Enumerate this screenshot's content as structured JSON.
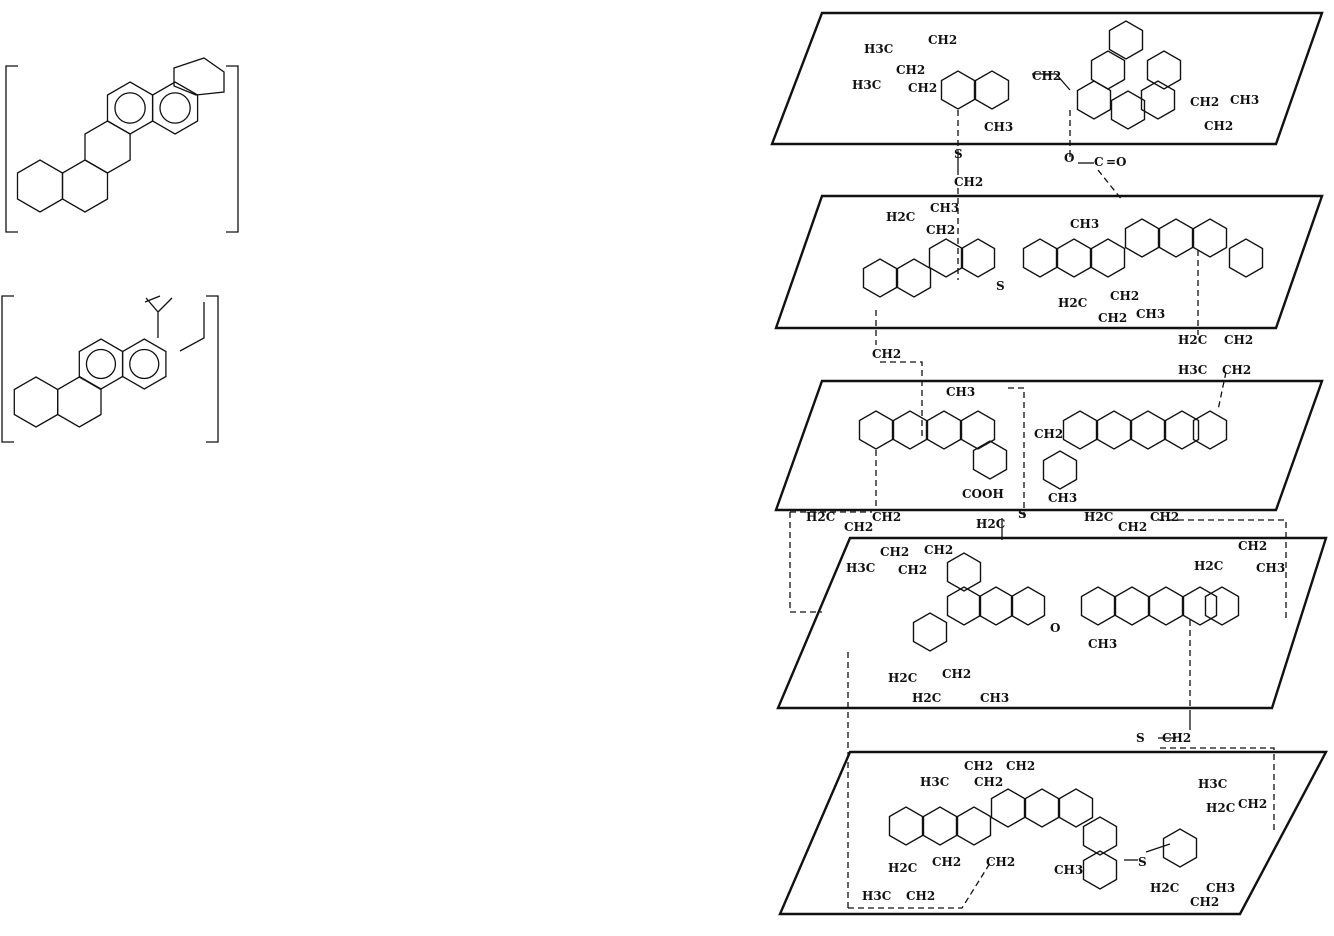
{
  "colors": {
    "ink": "#111111",
    "background": "#ffffff"
  },
  "structures": [
    {
      "name": "fused-ring-with-cyclopentane",
      "rings": 5
    },
    {
      "name": "fused-ring-with-side-chains",
      "rings": 4
    }
  ],
  "layers": [
    {
      "name": "layer-1",
      "labels": [
        "H3C",
        "CH2",
        "H3C",
        "CH2",
        "CH2",
        "CH3",
        "CH2",
        "CH2",
        "CH3",
        "CH2",
        "O",
        "C",
        "=O",
        "S",
        "CH2"
      ]
    },
    {
      "name": "layer-2",
      "labels": [
        "H2C",
        "CH3",
        "CH2",
        "CH3",
        "S",
        "H2C",
        "CH2",
        "CH2",
        "CH3",
        "CH2",
        "H2C",
        "CH2",
        "H3C",
        "CH2"
      ]
    },
    {
      "name": "layer-3",
      "labels": [
        "CH3",
        "CH2",
        "COOH",
        "CH3",
        "H2C",
        "CH2",
        "CH2",
        "H2C",
        "S",
        "H2C",
        "CH2",
        "CH2"
      ]
    },
    {
      "name": "layer-4",
      "labels": [
        "CH2",
        "CH2",
        "H3C",
        "CH2",
        "H2C",
        "CH3",
        "O",
        "CH3",
        "H2C",
        "CH2",
        "H2C",
        "CH3",
        "CH2",
        "S",
        "CH2"
      ]
    },
    {
      "name": "layer-5",
      "labels": [
        "H3C",
        "CH2",
        "CH2",
        "CH2",
        "H3C",
        "H2C",
        "CH2",
        "H2C",
        "CH2",
        "CH2",
        "H3C",
        "CH2",
        "CH3",
        "S",
        "H2C",
        "CH3",
        "CH2"
      ]
    }
  ]
}
